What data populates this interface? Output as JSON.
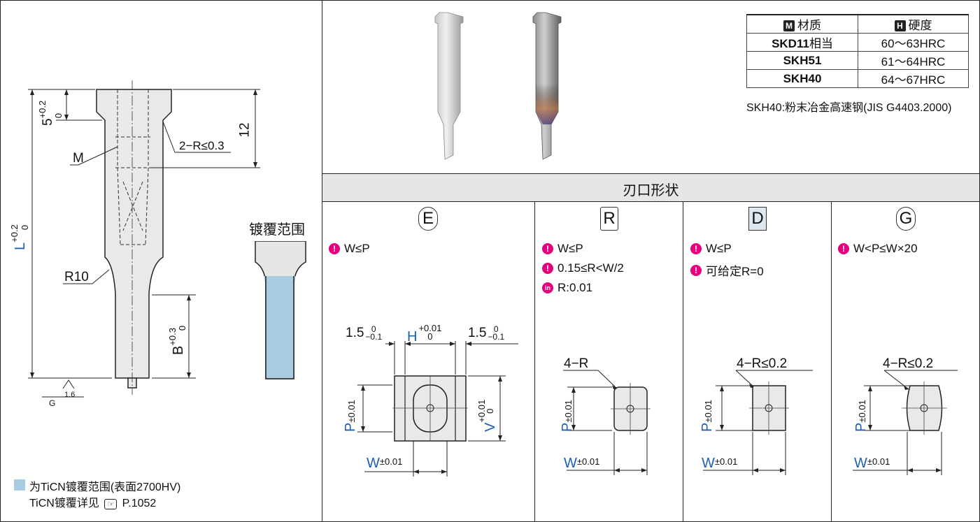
{
  "materials": {
    "header_material": "材质",
    "header_hardness": "硬度",
    "header_material_badge": "M",
    "header_hardness_badge": "H",
    "rows": [
      {
        "grade": "SKD11",
        "grade_suffix": "相当",
        "hardness": "60～63HRC"
      },
      {
        "grade": "SKH51",
        "grade_suffix": "",
        "hardness": "61～64HRC"
      },
      {
        "grade": "SKH40",
        "grade_suffix": "",
        "hardness": "64～67HRC"
      }
    ],
    "note": "SKH40:粉末冶金高速钢(JIS G4403.2000)"
  },
  "section_title": "刃口形状",
  "coating": {
    "title": "镀覆范围",
    "legend_line1": "为TiCN镀覆范围(表面2700HV)",
    "legend_line2": "TiCN镀覆详见",
    "legend_ref": "P.1052"
  },
  "punch_dims": {
    "five": "5",
    "five_tol": "+0.2",
    "five_tol2": "0",
    "twelve": "12",
    "radius_note": "2−R≤0.3",
    "m": "M",
    "l": "L",
    "l_tol": "+0.2",
    "l_tol2": "0",
    "r10": "R10",
    "b": "B",
    "b_tol": "+0.3",
    "b_tol2": "0",
    "g": "G",
    "roughness": "1.6"
  },
  "shapes": [
    {
      "code": "E",
      "notes": [
        {
          "icon": "!",
          "text": "W≤P"
        }
      ],
      "dims": {
        "left_gap": "1.5",
        "left_tol_top": "0",
        "left_tol_bot": "−0.1",
        "h": "H",
        "h_tol_top": "+0.01",
        "h_tol_bot": "0",
        "right_gap": "1.5",
        "right_tol_top": "0",
        "right_tol_bot": "−0.1",
        "p": "P",
        "p_tol": "±0.01",
        "v": "V",
        "v_tol_top": "+0.01",
        "v_tol_bot": "0",
        "w": "W",
        "w_tol": "±0.01"
      }
    },
    {
      "code": "R",
      "notes": [
        {
          "icon": "!",
          "text": "W≤P"
        },
        {
          "icon": "!",
          "text": "0.15≤R<W/2"
        },
        {
          "icon": "in",
          "text": "R:0.01"
        }
      ],
      "dims": {
        "corner": "4−R",
        "p": "P",
        "p_tol": "±0.01",
        "w": "W",
        "w_tol": "±0.01"
      }
    },
    {
      "code": "D",
      "notes": [
        {
          "icon": "!",
          "text": "W≤P"
        },
        {
          "icon": "!",
          "text": "可给定R=0"
        }
      ],
      "dims": {
        "corner": "4−R≤0.2",
        "p": "P",
        "p_tol": "±0.01",
        "w": "W",
        "w_tol": "±0.01"
      }
    },
    {
      "code": "G",
      "notes": [
        {
          "icon": "!",
          "text": "W<P≤W×20"
        }
      ],
      "dims": {
        "corner": "4−R≤0.2",
        "p": "P",
        "p_tol": "±0.01",
        "w": "W",
        "w_tol": "±0.01"
      }
    }
  ],
  "colors": {
    "accent_blue": "#1a5fb4",
    "coating_blue": "#a9cde0",
    "header_bg": "#e6e6e6",
    "icon_magenta": "#e6007e"
  }
}
